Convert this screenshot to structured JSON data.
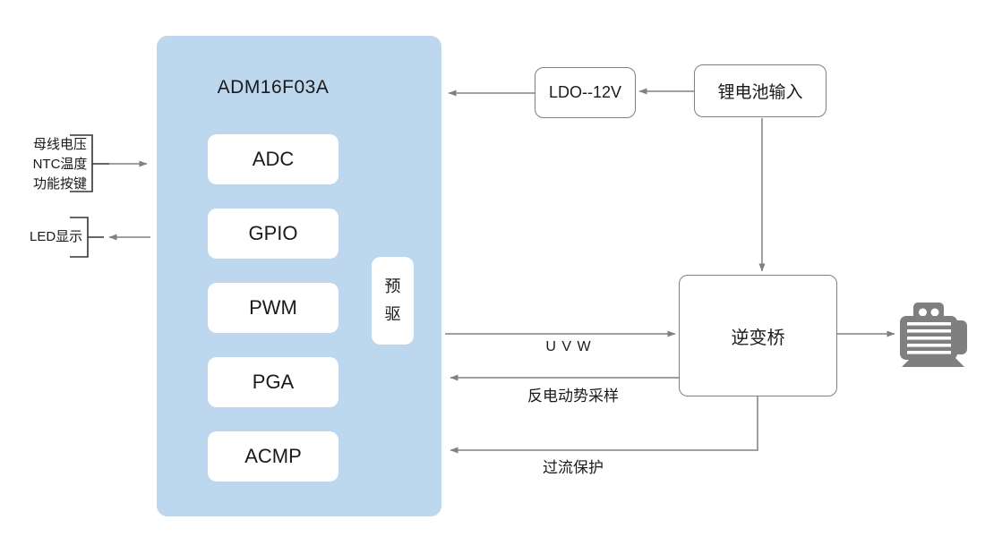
{
  "diagram": {
    "chip": {
      "title": "ADM16F03A",
      "modules": [
        "ADC",
        "GPIO",
        "PWM",
        "PGA",
        "ACMP"
      ],
      "predriver_label": "预驱"
    },
    "left_inputs": {
      "lines": [
        "母线电压",
        "NTC温度",
        "功能按键"
      ]
    },
    "led_label": "LED显示",
    "power": {
      "ldo_label": "LDO--12V",
      "battery_label": "锂电池输入"
    },
    "inverter_label": "逆变桥",
    "connections": {
      "uvw_label": "U V W",
      "back_emf_label": "反电动势采样",
      "overcurrent_label": "过流保护"
    },
    "icons": {
      "motor": "motor-icon"
    },
    "colors": {
      "background": "#FFFFFF",
      "chip_fill": "#BDD7EE",
      "module_fill": "#FFFFFF",
      "box_border": "#808080",
      "arrow": "#808080",
      "bracket": "#333333",
      "motor_fill": "#7F7F7F",
      "text": "#1A1A1A"
    }
  }
}
